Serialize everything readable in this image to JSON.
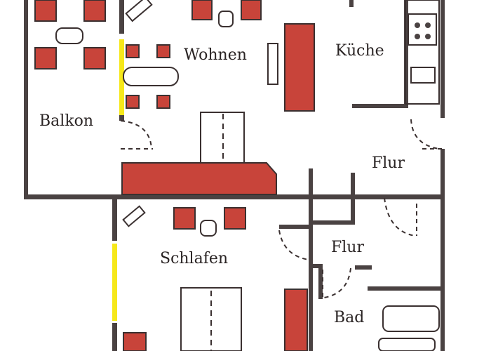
{
  "rooms": {
    "wohnen": "Wohnen",
    "kueche": "Küche",
    "balkon": "Balkon",
    "flur_upper": "Flur",
    "flur_lower": "Flur",
    "schlafen": "Schlafen",
    "bad": "Bad"
  },
  "colors": {
    "wall": "#4a4242",
    "furniture_fill": "#c8443a",
    "furniture_stroke": "#3a3030",
    "window": "#f6e81a",
    "background": "#ffffff"
  }
}
